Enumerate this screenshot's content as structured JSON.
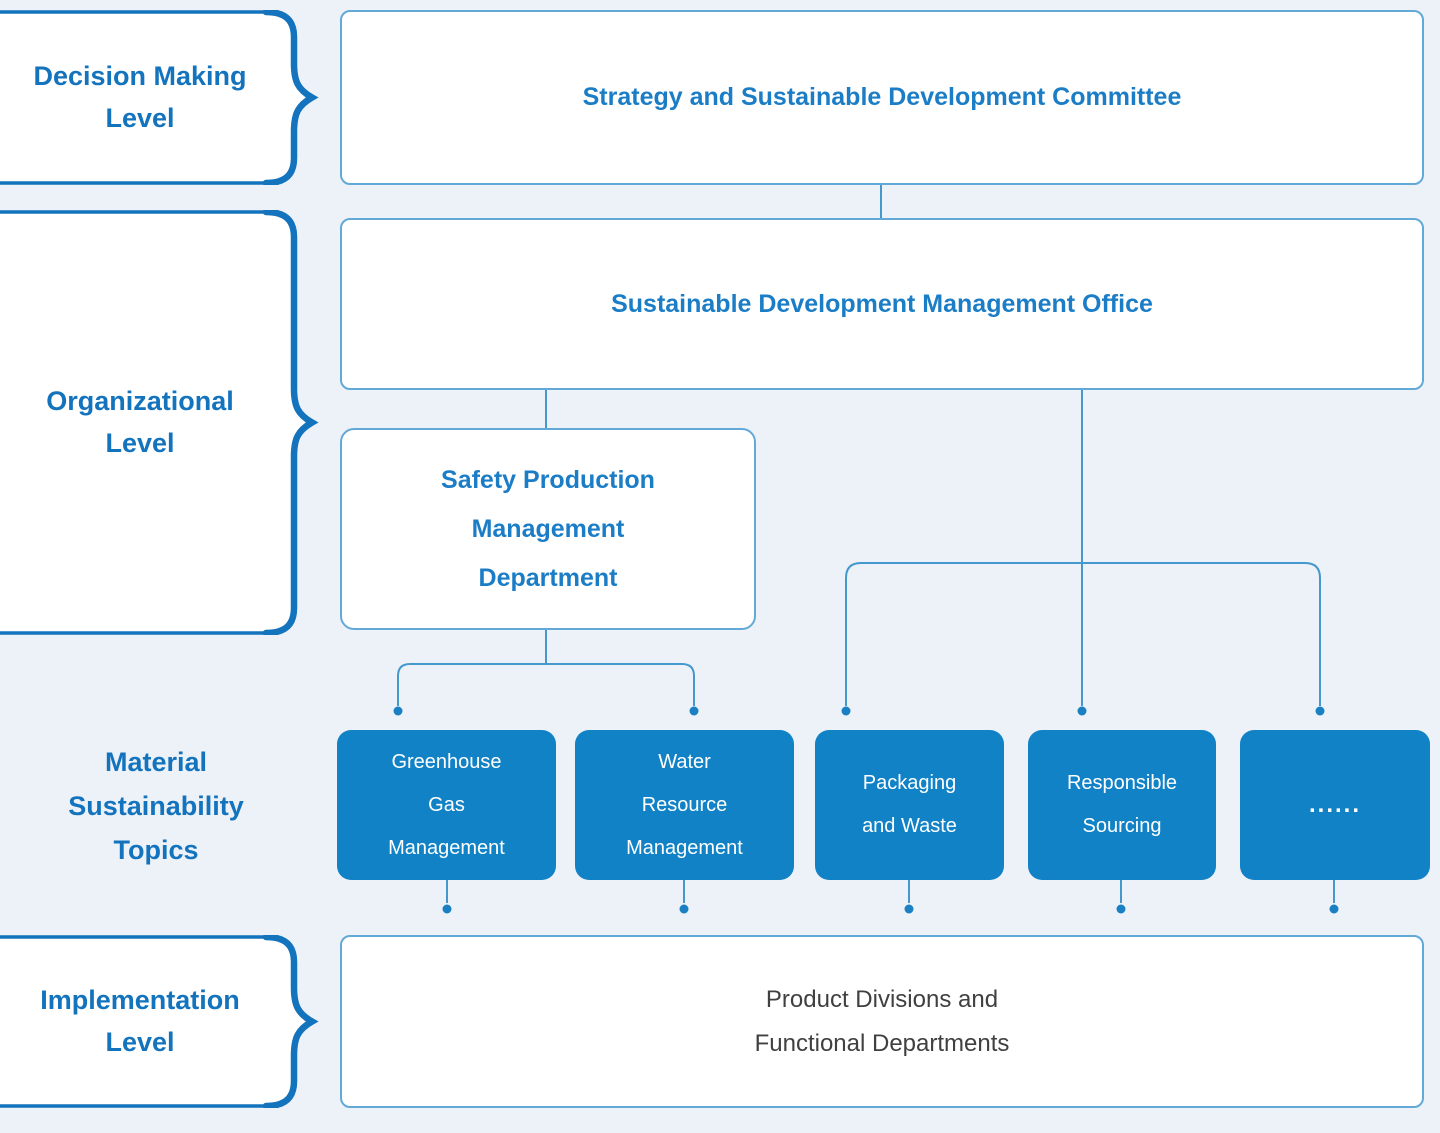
{
  "colors": {
    "background": "#edf2f8",
    "accent_blue": "#1473bd",
    "box_border_light": "#63a9d8",
    "box_text_blue": "#1b7dc6",
    "topic_box_fill": "#1182c6",
    "topic_box_text": "#ffffff",
    "connector": "#4598ce",
    "dot": "#1a80c3",
    "implementation_text": "#404040"
  },
  "levels": {
    "decision": {
      "label": "Decision Making\nLevel"
    },
    "organizational": {
      "label": "Organizational\nLevel"
    },
    "material": {
      "label": "Material\nSustainability\nTopics"
    },
    "implementation": {
      "label": "Implementation\nLevel"
    }
  },
  "boxes": {
    "committee": {
      "label": "Strategy and Sustainable Development Committee"
    },
    "office": {
      "label": "Sustainable Development Management Office"
    },
    "safety": {
      "label": "Safety Production\nManagement\nDepartment"
    },
    "implementation": {
      "label": "Product Divisions and\nFunctional Departments"
    },
    "topics": [
      {
        "label": "Greenhouse\nGas\nManagement"
      },
      {
        "label": "Water\nResource\nManagement"
      },
      {
        "label": "Packaging\nand Waste"
      },
      {
        "label": "Responsible\nSourcing"
      },
      {
        "label": "......"
      }
    ]
  }
}
